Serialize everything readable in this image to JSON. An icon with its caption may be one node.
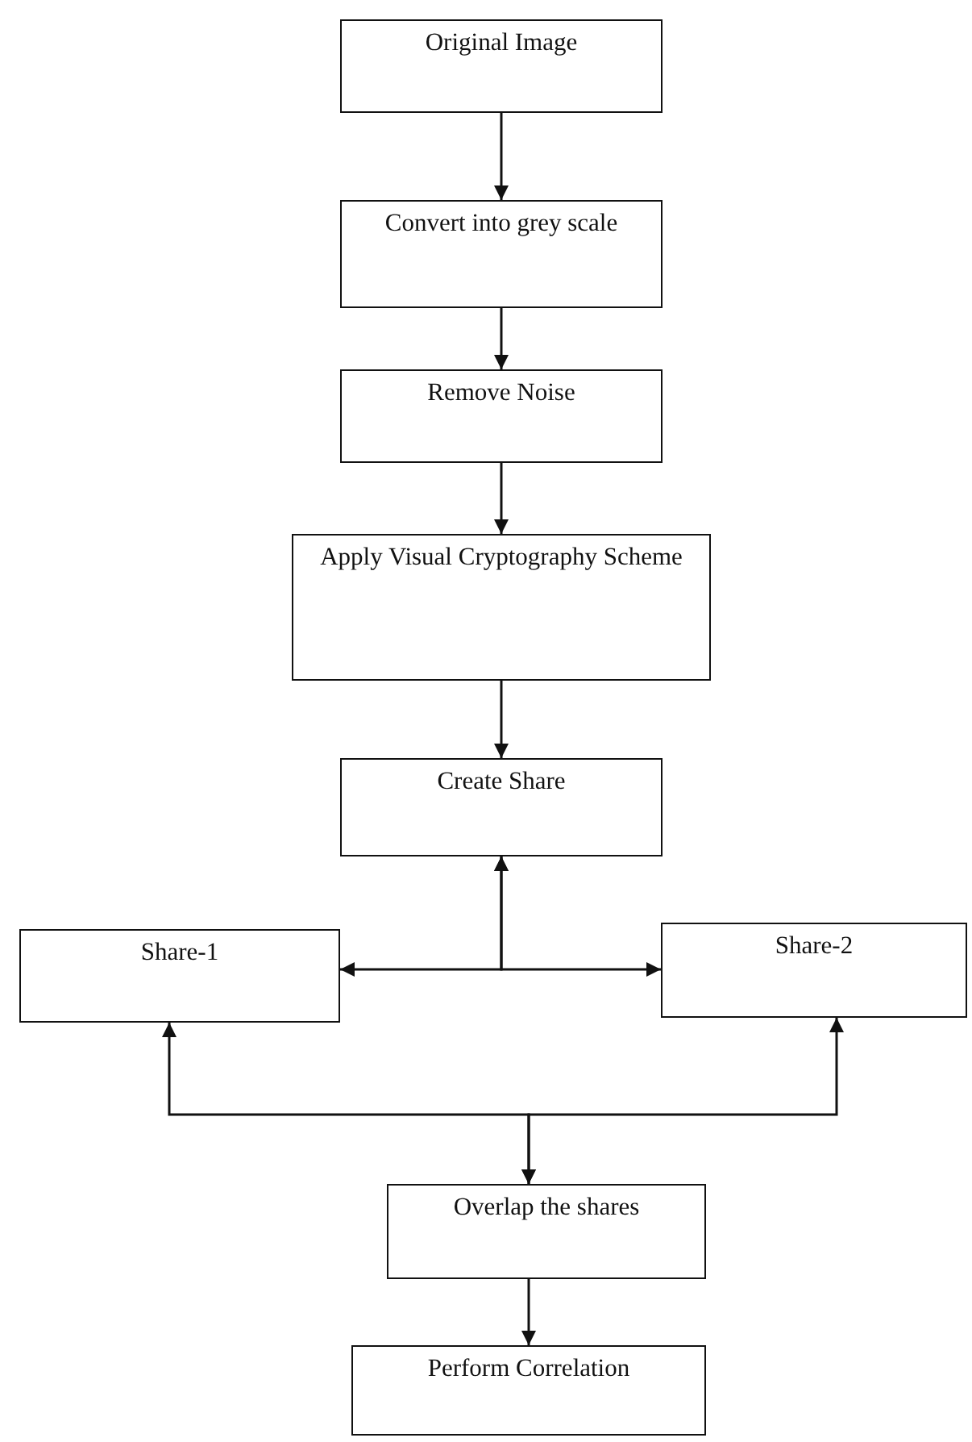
{
  "diagram": {
    "nodes": [
      {
        "text": [
          "Original Image"
        ]
      },
      {
        "text": [
          "Convert into grey scale"
        ]
      },
      {
        "text": [
          "Remove Noise"
        ]
      },
      {
        "text": [
          "Apply Visual Cryptography Scheme"
        ]
      },
      {
        "text": [
          "Create Share"
        ]
      },
      {
        "text": [
          "Share-1"
        ]
      },
      {
        "text": [
          "Share-2"
        ]
      },
      {
        "text": [
          "Overlap the shares"
        ]
      },
      {
        "text": [
          "Perform Correlation"
        ]
      }
    ],
    "edges": [
      {
        "from": 0,
        "to": 1,
        "arrow": "to"
      },
      {
        "from": 1,
        "to": 2,
        "arrow": "to"
      },
      {
        "from": 2,
        "to": 3,
        "arrow": "to"
      },
      {
        "from": 3,
        "to": 4,
        "arrow": "to"
      },
      {
        "from": 4,
        "to": 5,
        "arrow": "both"
      },
      {
        "from": 4,
        "to": 6,
        "arrow": "both"
      },
      {
        "from": 5,
        "to": 7,
        "arrow": "both"
      },
      {
        "from": 6,
        "to": 7,
        "arrow": "both"
      },
      {
        "from": 7,
        "to": 8,
        "arrow": "to"
      }
    ]
  }
}
